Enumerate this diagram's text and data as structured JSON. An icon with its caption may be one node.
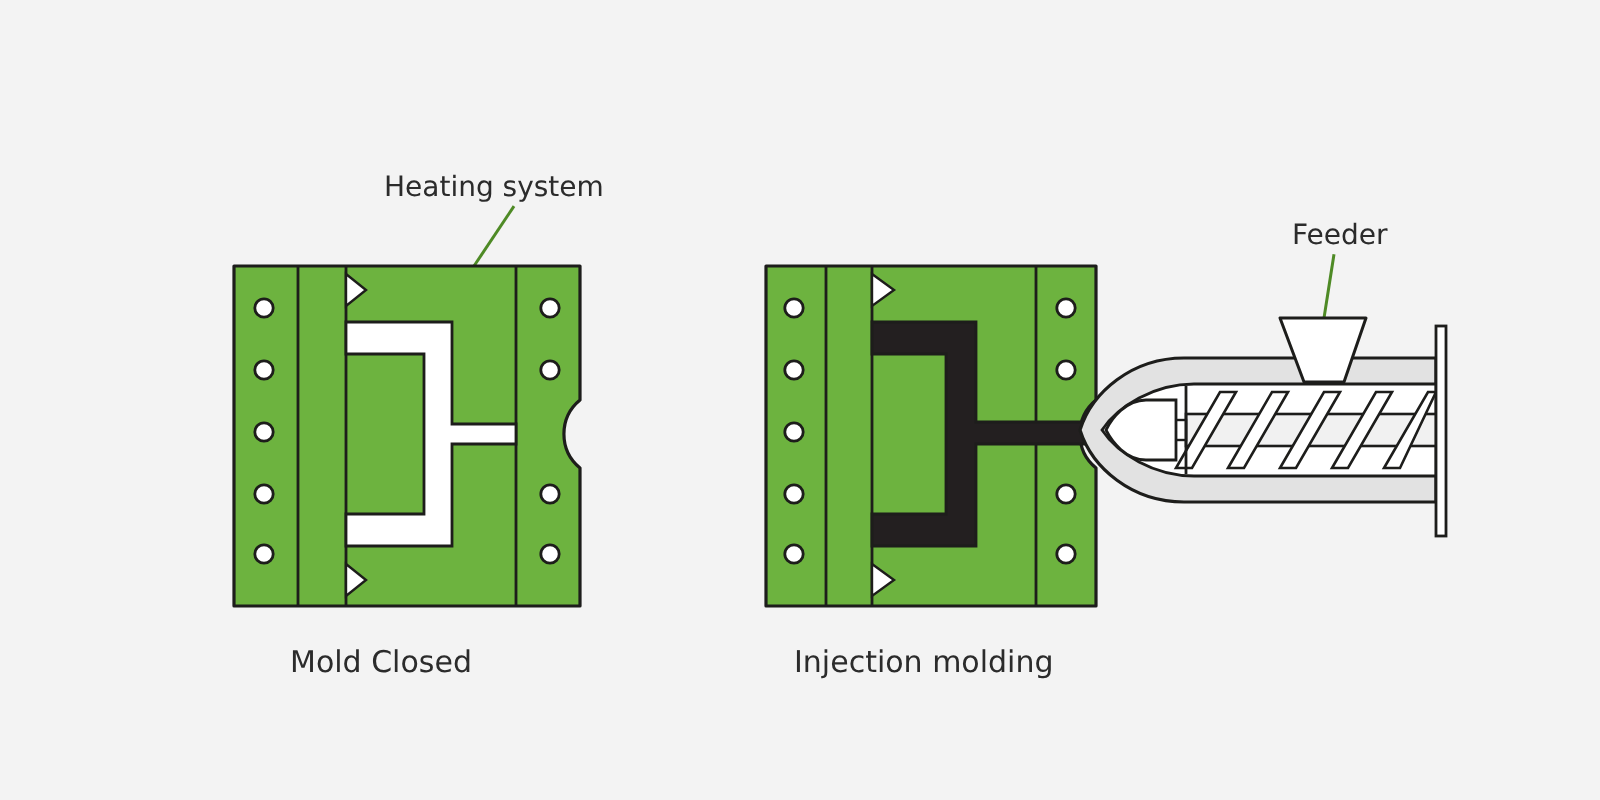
{
  "diagram": {
    "nodes": [
      {
        "text": [
          "Heating system"
        ]
      },
      {
        "text": [],
        "shape": "picture"
      },
      {
        "text": [
          "Feeder"
        ]
      },
      {
        "text": [],
        "shape": "trapezoid"
      }
    ],
    "edges": [
      {
        "from": 0,
        "to": 1,
        "arrow": "none"
      },
      {
        "from": 2,
        "to": 3,
        "arrow": "none"
      }
    ],
    "labels": [
      "Mold Closed",
      "Injection molding"
    ]
  }
}
